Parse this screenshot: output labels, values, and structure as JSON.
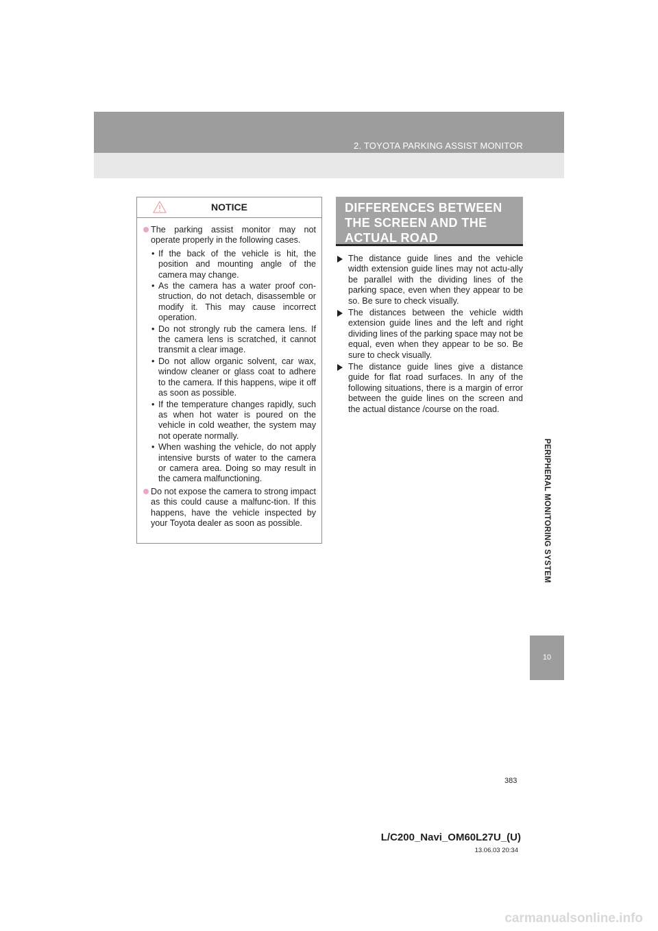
{
  "header": {
    "section_title": "2. TOYOTA PARKING ASSIST MONITOR"
  },
  "side": {
    "chapter_label": "PERIPHERAL MONITORING SYSTEM",
    "chapter_number": "10"
  },
  "notice": {
    "title": "NOTICE",
    "icon": "warning-triangle-icon",
    "items": [
      {
        "text": "The parking assist monitor may not operate properly in the following cases.",
        "sub": [
          "If the back of the vehicle is hit, the position and mounting angle of the camera may change.",
          "As the camera has a water proof con-struction, do not detach, disassemble or modify it. This may cause incorrect operation.",
          "Do not strongly rub the camera lens. If the camera lens is scratched, it cannot transmit a clear image.",
          "Do not allow organic solvent, car wax, window cleaner or glass coat to adhere to the camera. If this happens, wipe it off as soon as possible.",
          "If the temperature changes rapidly, such as when hot water is poured on the vehicle in cold weather, the system may not operate normally.",
          "When washing the vehicle, do not apply intensive bursts of water to the camera or camera area. Doing so may result in the camera malfunctioning."
        ]
      },
      {
        "text": "Do not expose the camera to strong impact as this could cause a malfunc-tion. If this happens, have the vehicle inspected by your Toyota dealer as soon as possible."
      }
    ]
  },
  "differences": {
    "heading": "DIFFERENCES BETWEEN THE SCREEN AND THE ACTUAL ROAD",
    "items": [
      "The distance guide lines and the vehicle width extension guide lines may not actu-ally be parallel with the dividing lines of the parking space, even when they appear to be so. Be sure to check visually.",
      "The distances between the vehicle width extension guide lines and the left and right dividing lines of the parking space may not be equal, even when they appear to be so. Be sure to check visually.",
      "The distance guide lines give a distance guide for flat road surfaces. In any of the following situations, there is a margin of error between the guide lines on the screen and the actual distance /course on the road."
    ]
  },
  "footer": {
    "page_number": "383",
    "doc_id": "L/C200_Navi_OM60L27U_(U)",
    "stamp": "13.06.03     20:34",
    "watermark": "carmanualsonline.info"
  }
}
